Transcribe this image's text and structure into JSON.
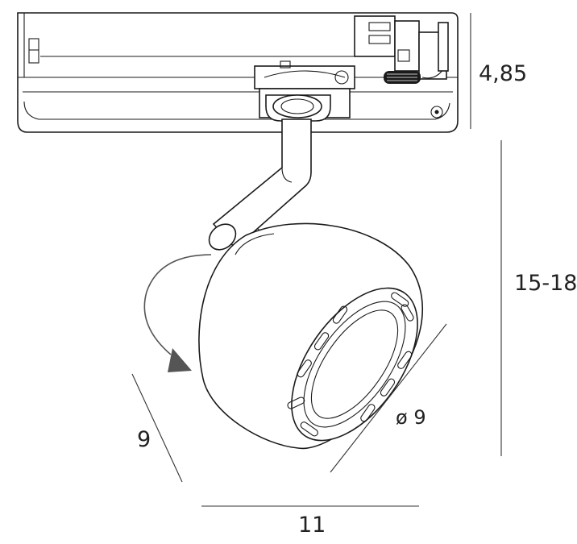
{
  "dimensions": {
    "adapter_height": "4,85",
    "total_height": "15-18",
    "diameter": "ø 9",
    "depth": "9",
    "width": "11"
  },
  "colors": {
    "line": "#1a1a1a",
    "rotation_arrow": "#555555",
    "dimension_line": "#333333",
    "background": "#ffffff"
  }
}
